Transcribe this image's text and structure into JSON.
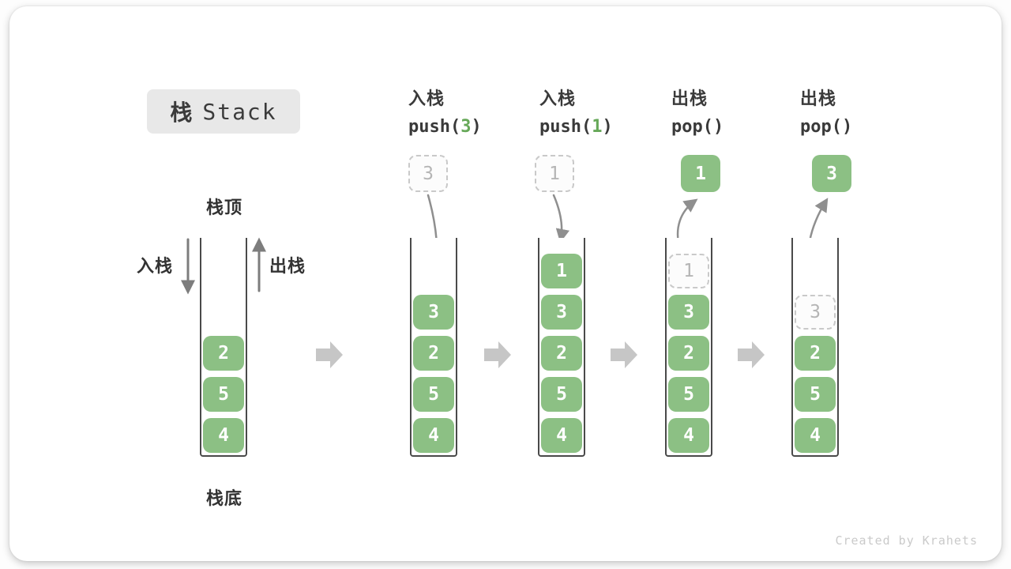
{
  "credit": "Created by Krahets",
  "title": {
    "zh": "栈",
    "en": "Stack"
  },
  "legend": {
    "stack_top": "栈顶",
    "stack_bottom": "栈底",
    "push": "入栈",
    "pop": "出栈"
  },
  "operations": [
    {
      "name": "入栈",
      "code_fn": "push(",
      "code_arg": "3",
      "code_close": ")"
    },
    {
      "name": "入栈",
      "code_fn": "push(",
      "code_arg": "1",
      "code_close": ")"
    },
    {
      "name": "出栈",
      "code_fn": "pop(",
      "code_arg": "",
      "code_close": ")"
    },
    {
      "name": "出栈",
      "code_fn": "pop(",
      "code_arg": "",
      "code_close": ")"
    }
  ],
  "stacks": [
    {
      "float": null,
      "blocks": [
        {
          "v": "2",
          "style": "solid"
        },
        {
          "v": "5",
          "style": "solid"
        },
        {
          "v": "4",
          "style": "solid"
        }
      ]
    },
    {
      "float": {
        "v": "3",
        "style": "dashed"
      },
      "blocks": [
        {
          "v": "3",
          "style": "solid"
        },
        {
          "v": "2",
          "style": "solid"
        },
        {
          "v": "5",
          "style": "solid"
        },
        {
          "v": "4",
          "style": "solid"
        }
      ]
    },
    {
      "float": {
        "v": "1",
        "style": "dashed"
      },
      "blocks": [
        {
          "v": "1",
          "style": "solid"
        },
        {
          "v": "3",
          "style": "solid"
        },
        {
          "v": "2",
          "style": "solid"
        },
        {
          "v": "5",
          "style": "solid"
        },
        {
          "v": "4",
          "style": "solid"
        }
      ]
    },
    {
      "float": {
        "v": "1",
        "style": "solid"
      },
      "blocks": [
        {
          "v": "1",
          "style": "dashed"
        },
        {
          "v": "3",
          "style": "solid"
        },
        {
          "v": "2",
          "style": "solid"
        },
        {
          "v": "5",
          "style": "solid"
        },
        {
          "v": "4",
          "style": "solid"
        }
      ]
    },
    {
      "float": {
        "v": "3",
        "style": "solid"
      },
      "blocks": [
        {
          "v": "3",
          "style": "dashed"
        },
        {
          "v": "2",
          "style": "solid"
        },
        {
          "v": "5",
          "style": "solid"
        },
        {
          "v": "4",
          "style": "solid"
        }
      ]
    }
  ],
  "colors": {
    "block_green": "#8cc084",
    "code_arg_green": "#66a858",
    "arrow_gray": "#8f8f8f",
    "flow_arrow_gray": "#c6c6c6",
    "dashed_border_gray": "#c9c9c9",
    "text_dark": "#3a3a3a",
    "badge_background": "#e8e8e8"
  }
}
